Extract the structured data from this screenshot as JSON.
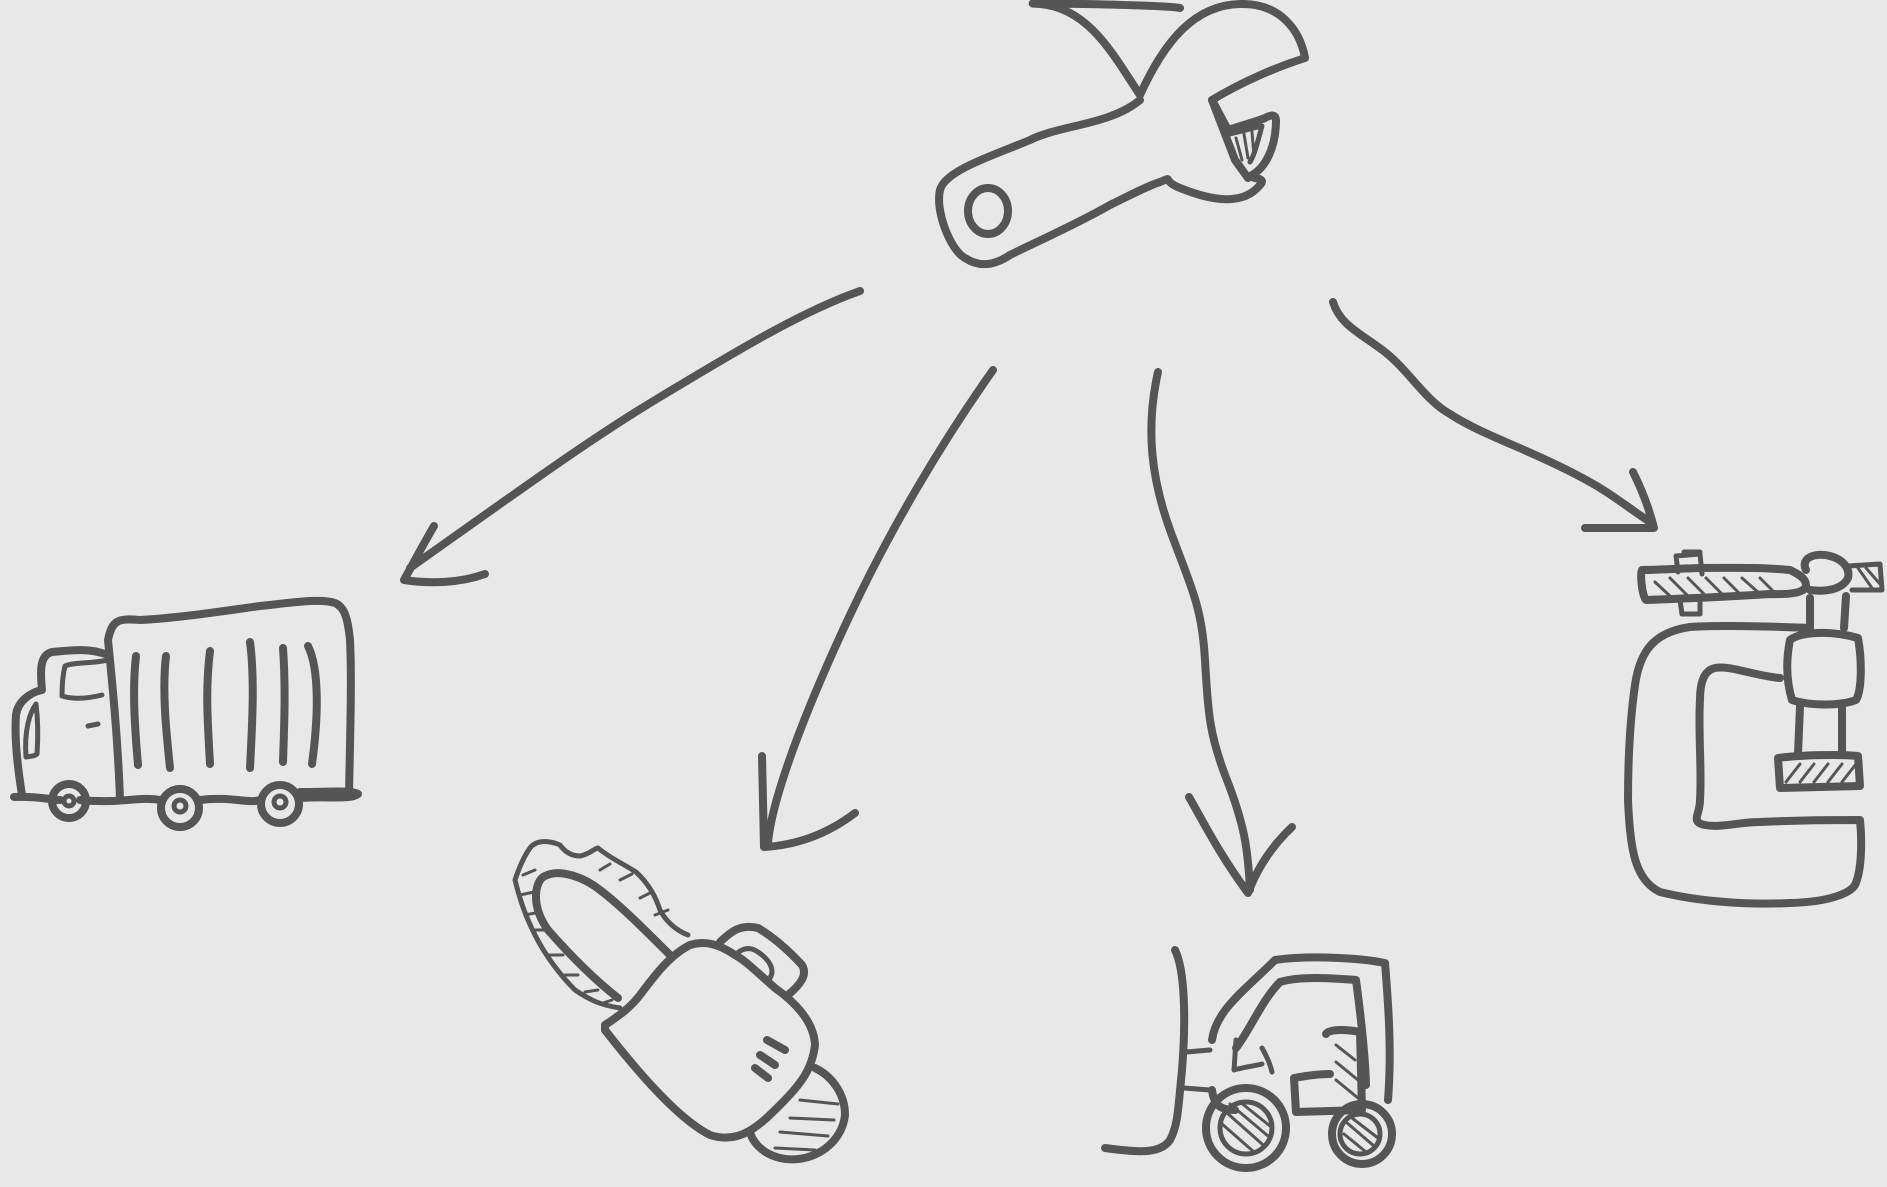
{
  "diagram": {
    "center": {
      "name": "wrench",
      "icon": "wrench-icon"
    },
    "targets": [
      {
        "name": "truck",
        "icon": "truck-icon"
      },
      {
        "name": "chainsaw",
        "icon": "chainsaw-icon"
      },
      {
        "name": "forklift",
        "icon": "forklift-icon"
      },
      {
        "name": "clamp",
        "icon": "c-clamp-icon"
      }
    ],
    "ink_color": "#555555",
    "background_color": "#e8e8e8"
  }
}
